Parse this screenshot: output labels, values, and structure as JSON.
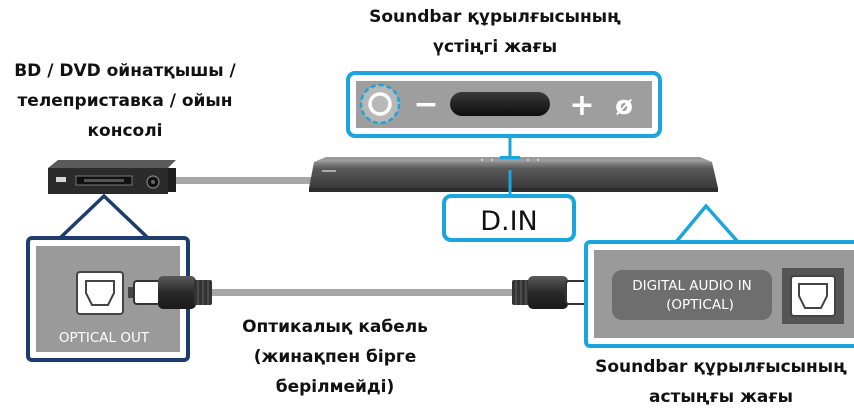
{
  "labels": {
    "source_device": [
      "BD / DVD ойнатқышы /",
      "телеприставка / ойын",
      "консолі"
    ],
    "soundbar_top": [
      "Soundbar құрылғысының",
      "үстіңгі жағы"
    ],
    "soundbar_bottom": [
      "Soundbar құрылғысының",
      "астыңғы жағы"
    ],
    "cable": [
      "Оптикалық кабель",
      "(жинақпен бірге",
      "берілмейді)"
    ],
    "din_display": "D.IN",
    "optical_out": "OPTICAL OUT",
    "digital_audio_in": [
      "DIGITAL AUDIO IN",
      "(OPTICAL)"
    ]
  },
  "top_panel_buttons": {
    "minus": "−",
    "plus": "+",
    "mute": "ø"
  },
  "colors": {
    "accent": "#1aa6dc",
    "navy_frame": "#1d3d6e",
    "panel_gray": "#9a9a9a",
    "dark": "#2b2b2b"
  },
  "icons": [
    "power-button-icon",
    "optical-port-icon",
    "optical-plug-icon"
  ]
}
